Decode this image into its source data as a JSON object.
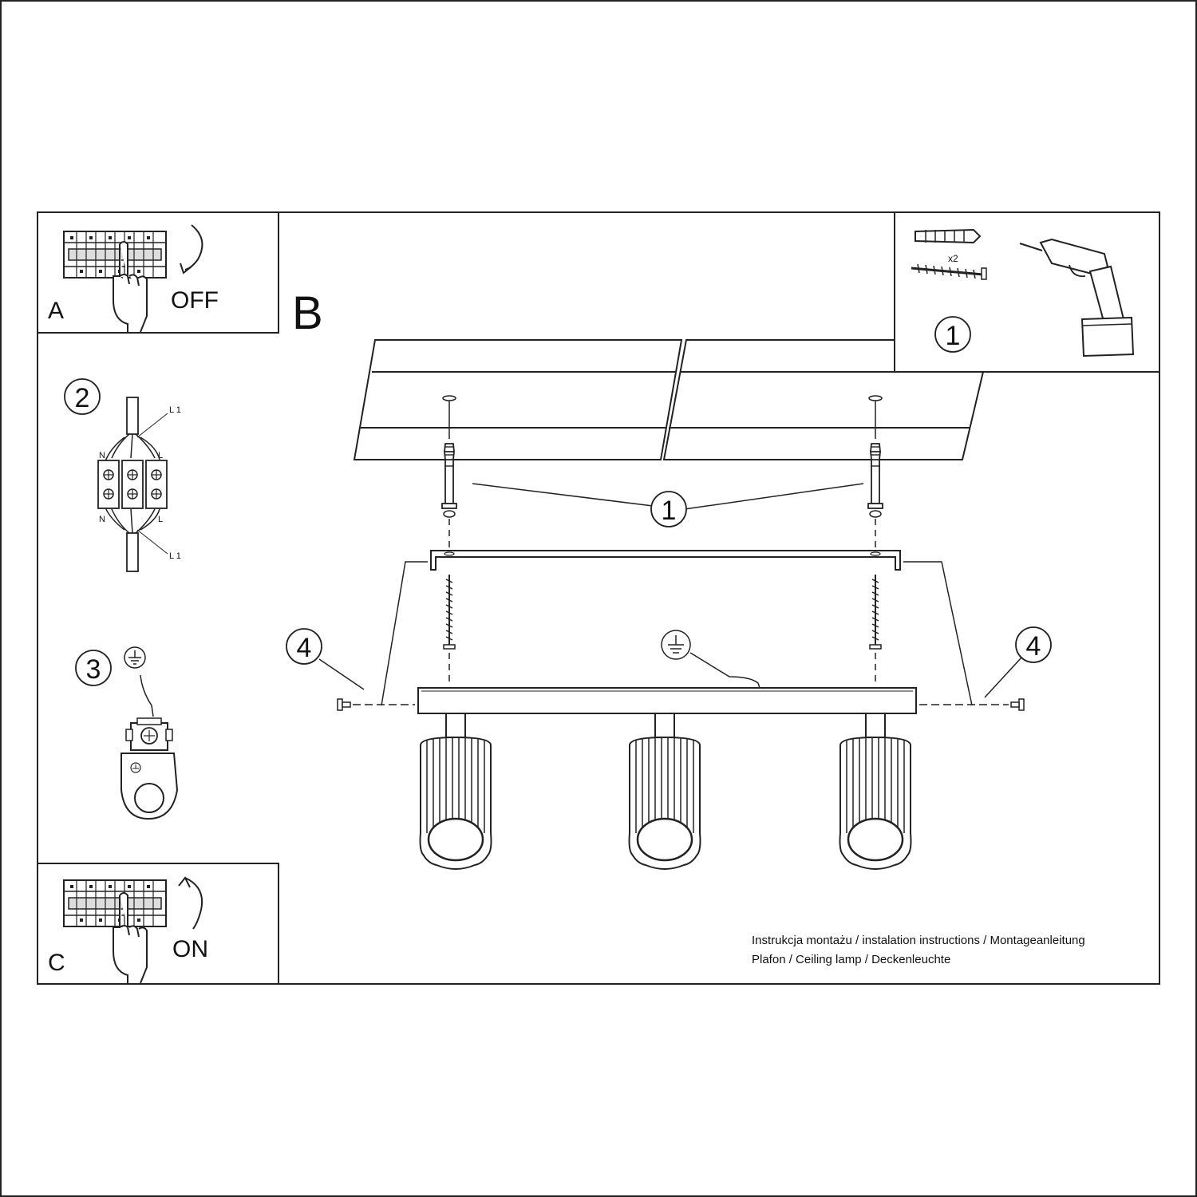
{
  "panels": {
    "a": {
      "letter": "A",
      "action": "OFF"
    },
    "b": {
      "letter": "B"
    },
    "c": {
      "letter": "C",
      "action": "ON"
    }
  },
  "steps": {
    "step1": "1",
    "step2": "2",
    "step3": "3",
    "step4_left": "4",
    "step4_right": "4"
  },
  "hardware": {
    "quantity": "x2"
  },
  "wiring": {
    "top_l1": "L 1",
    "n_top": "N",
    "l_top": "L",
    "n_bottom": "N",
    "l_bottom": "L",
    "bottom_l1": "L 1"
  },
  "caption": {
    "line1": "Instrukcja montażu / instalation instructions / Montageanleitung",
    "line2": "Plafon / Ceiling lamp / Deckenleuchte"
  },
  "icons": [
    "breaker-panel-icon",
    "hand-icon",
    "arrow-down-icon",
    "arrow-up-icon",
    "wall-plug-icon",
    "screw-icon",
    "drill-icon",
    "terminal-block-icon",
    "ground-symbol-icon",
    "lamp-head-icon"
  ]
}
